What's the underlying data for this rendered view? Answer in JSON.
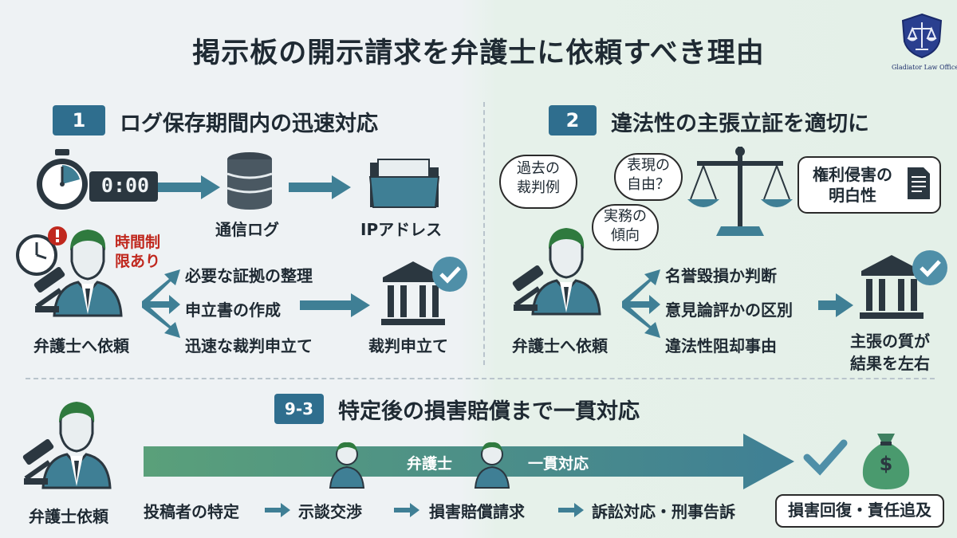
{
  "title": "掲示板の開示請求を弁護士に依頼すべき理由",
  "logo_text": "Gladiator Law Office",
  "section1": {
    "number": "1",
    "heading": "ログ保存期間内の迅速対応",
    "timer_display": "0:00",
    "log_label": "通信ログ",
    "ip_label": "IPアドレス",
    "time_limit": "時間制\n限あり",
    "client_label": "弁護士へ依頼",
    "steps": [
      "必要な証拠の整理",
      "申立書の作成",
      "迅速な裁判申立て"
    ],
    "result_label": "裁判申立て"
  },
  "section2": {
    "number": "2",
    "heading": "違法性の主張立証を適切に",
    "bubble_precedent": "過去の\n裁判例",
    "bubble_expression": "表現の\n自由？",
    "bubble_practice": "実務の\n傾向",
    "box_rights": "権利侵害の\n明白性",
    "client_label": "弁護士へ依頼",
    "steps": [
      "名誉毀損か判断",
      "意見論評かの区別",
      "違法性阻却事由"
    ],
    "result_label": "主張の質が\n結果を左右"
  },
  "section3": {
    "number": "9-3",
    "heading": "特定後の損害賠償まで一貫対応",
    "client_label": "弁護士依頼",
    "banner_left": "弁護士",
    "banner_right": "一貫対応",
    "steps": [
      "投稿者の特定",
      "示談交渉",
      "損害賠償請求",
      "訴訟対応・刑事告訴"
    ],
    "final": "損害回復・責任追及"
  },
  "colors": {
    "teal": "#3f7f95",
    "green": "#5aa07a",
    "navy": "#2f6e8e",
    "check": "#4f8fa8",
    "person_hair": "#2f7a3e"
  }
}
